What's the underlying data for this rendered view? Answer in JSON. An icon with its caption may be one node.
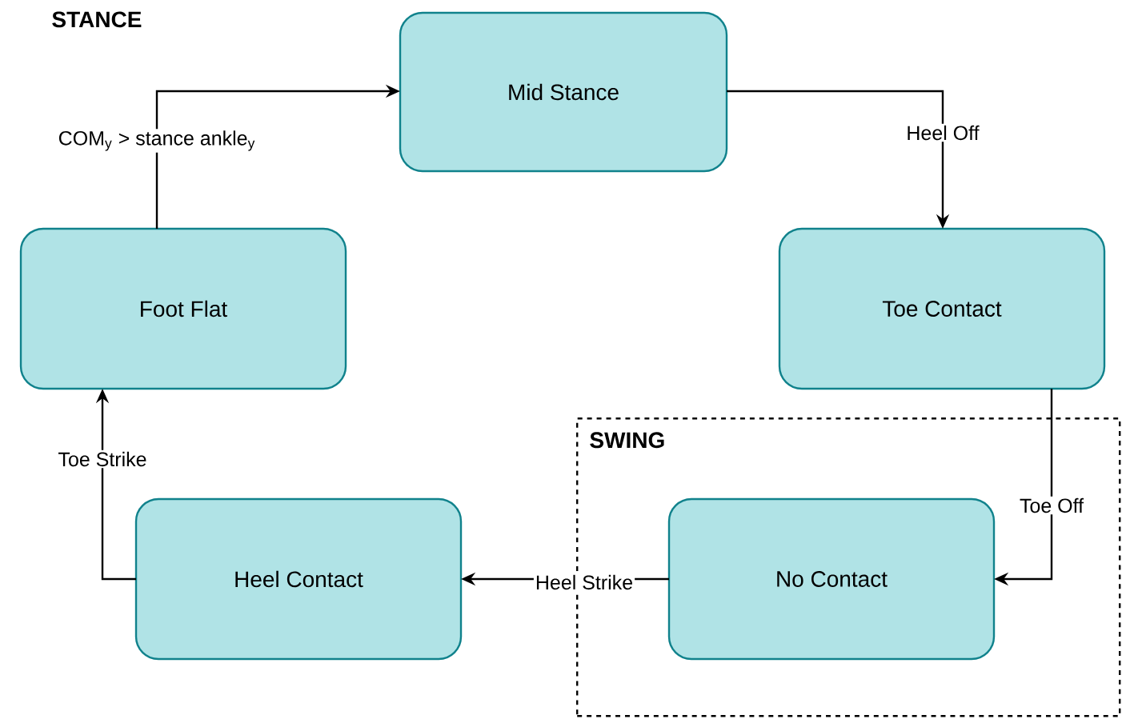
{
  "diagram": {
    "nodes": [
      {
        "text": [
          "Mid Stance"
        ]
      },
      {
        "text": [
          "Foot Flat"
        ]
      },
      {
        "text": [
          "Toe Contact"
        ]
      },
      {
        "text": [
          "SWING"
        ]
      },
      {
        "text": [
          "No Contact"
        ],
        "in": 3
      },
      {
        "text": [
          "Heel Contact"
        ]
      }
    ],
    "edges": [
      {
        "from": 1,
        "to": 0,
        "arrow": "to",
        "label": "COM$_{y}$ > stance ankle$_{y}$"
      },
      {
        "from": 0,
        "to": 2,
        "arrow": "to",
        "label": "Heel Off"
      },
      {
        "from": 2,
        "to": 4,
        "arrow": "to",
        "label": "Toe Off"
      },
      {
        "from": 4,
        "to": 5,
        "arrow": "to",
        "label": "Heel Strike"
      },
      {
        "from": 5,
        "to": 1,
        "arrow": "to",
        "label": "Toe Strike"
      }
    ],
    "labels": [
      "STANCE"
    ]
  }
}
